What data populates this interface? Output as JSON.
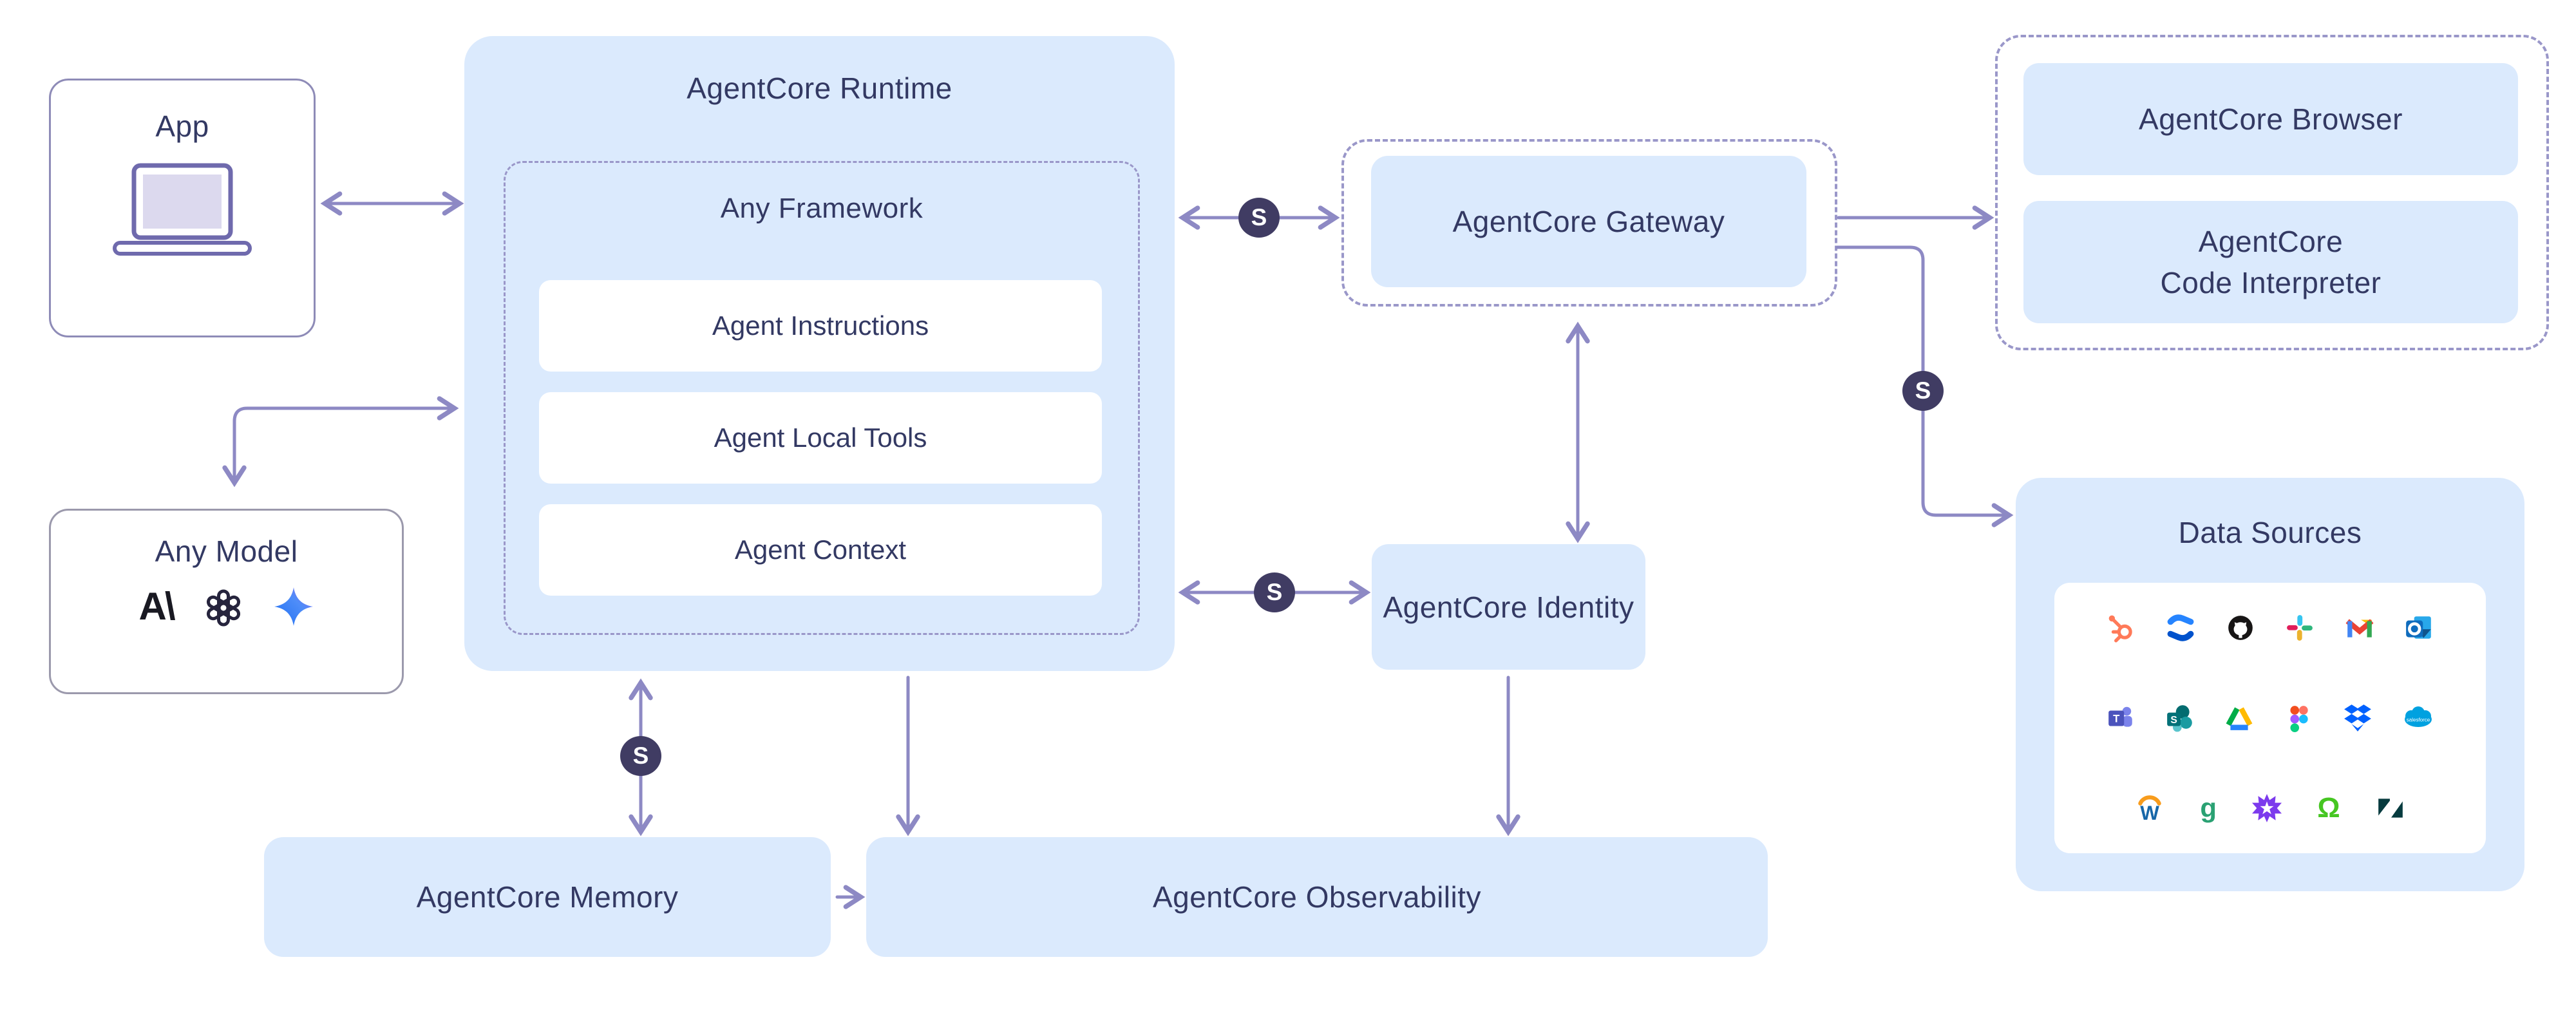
{
  "badge": {
    "label": "S"
  },
  "colors": {
    "box_blue": "#dbeafd",
    "text_navy": "#333963",
    "arrow_purple": "#8d89c4",
    "badge_navy": "#403c63",
    "dashed_border": "#9a97c9",
    "outline_border": "#8e8bb7"
  },
  "nodes": {
    "app": {
      "label": "App",
      "icon": "laptop-icon"
    },
    "any_model": {
      "label": "Any Model",
      "provider_icons": [
        "anthropic-icon",
        "openai-icon",
        "gemini-icon"
      ]
    },
    "runtime": {
      "title": "AgentCore Runtime",
      "framework": {
        "title": "Any Framework",
        "items": [
          "Agent Instructions",
          "Agent Local Tools",
          "Agent Context"
        ]
      }
    },
    "gateway": {
      "label": "AgentCore Gateway"
    },
    "tools": {
      "browser_label": "AgentCore Browser",
      "code_interpreter": {
        "line1": "AgentCore",
        "line2": "Code Interpreter"
      }
    },
    "identity": {
      "label": "AgentCore Identity"
    },
    "memory": {
      "label": "AgentCore Memory"
    },
    "observability": {
      "label": "AgentCore Observability"
    },
    "data_sources": {
      "title": "Data Sources",
      "icon_rows": [
        [
          "hubspot",
          "confluence",
          "github",
          "slack",
          "gmail",
          "outlook"
        ],
        [
          "microsoft-teams",
          "sharepoint",
          "google-drive",
          "figma",
          "dropbox",
          "salesforce"
        ],
        [
          "workday",
          "greenhouse",
          "purple-burst",
          "green-omega",
          "zendesk"
        ]
      ]
    }
  }
}
